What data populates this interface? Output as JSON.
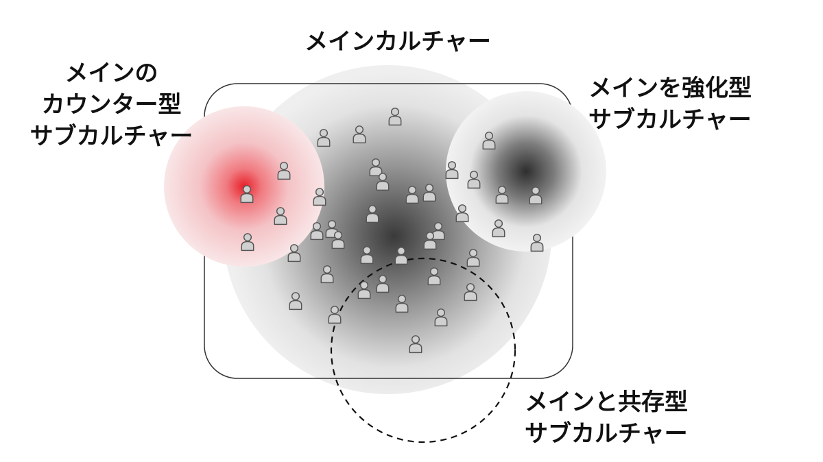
{
  "labels": {
    "main_culture": "メインカルチャー",
    "counter_subculture": [
      "メインの",
      "カウンター型",
      "サブカルチャー"
    ],
    "reinforcing_subculture": [
      "メインを強化型",
      "サブカルチャー"
    ],
    "coexisting_subculture": [
      "メインと共存型",
      "サブカルチャー"
    ]
  },
  "icons": {
    "person": "person-icon"
  },
  "colors": {
    "main_core": "#3a3a3a",
    "main_edge": "#efefef",
    "counter_core": "#e8202a",
    "counter_edge": "#f9e3e4",
    "reinforce_core": "#2e2e2e",
    "reinforce_edge": "#f0f0f0",
    "frame_stroke": "#333333",
    "person_fill": "#d0d0d0",
    "person_stroke": "#555555"
  }
}
